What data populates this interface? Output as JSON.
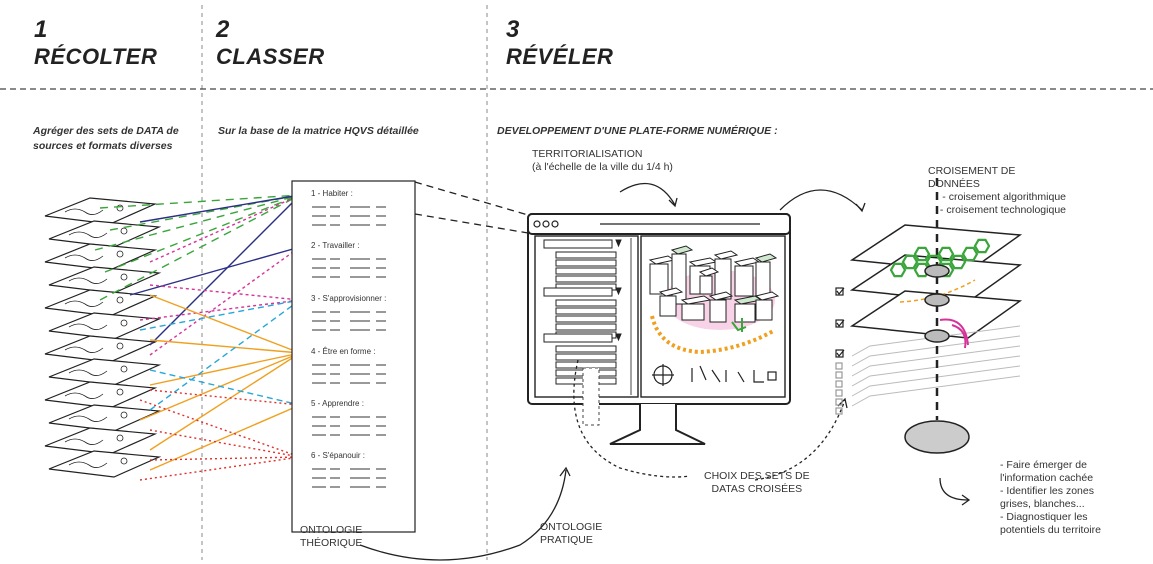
{
  "steps": [
    {
      "num": "1",
      "title": "RÉCOLTER",
      "intro": [
        "Agréger des sets de DATA de",
        "sources et formats diverses"
      ]
    },
    {
      "num": "2",
      "title": "CLASSER",
      "intro": [
        "Sur la base de la matrice HQVS détaillée"
      ]
    },
    {
      "num": "3",
      "title": "RÉVÉLER",
      "intro": [
        "DEVELOPPEMENT D'UNE PLATE-FORME NUMÉRIQUE :"
      ]
    }
  ],
  "categories": [
    "1 - Habiter :",
    "2 - Travailler :",
    "3 - S'approvisionner :",
    "4 - Être en forme :",
    "5 - Apprendre :",
    "6 - S'épanouir :"
  ],
  "labels": {
    "territorialisation": [
      "TERRITORIALISATION",
      "(à l'échelle de la ville du 1/4 h)"
    ],
    "croisement": [
      "CROISEMENT DE DONNÉES",
      "- croisement algorithmique",
      "- croisement technologique"
    ],
    "choix": [
      "CHOIX DES SETS DE",
      "DATAS CROISÉES"
    ],
    "onto_theorique": [
      "ONTOLOGIE",
      "THÉORIQUE"
    ],
    "onto_pratique": [
      "ONTOLOGIE",
      "PRATIQUE"
    ],
    "results": [
      "- Faire émerger de",
      "l'information cachée",
      "- Identifier les zones",
      "grises, blanches...",
      "- Diagnostiquer les",
      "potentiels du territoire"
    ]
  },
  "colors": {
    "green": "#3aa53a",
    "navy": "#2b2f86",
    "magenta": "#d6339a",
    "orange": "#f0a020",
    "cyan": "#27a7d8",
    "red": "#e0302a"
  }
}
